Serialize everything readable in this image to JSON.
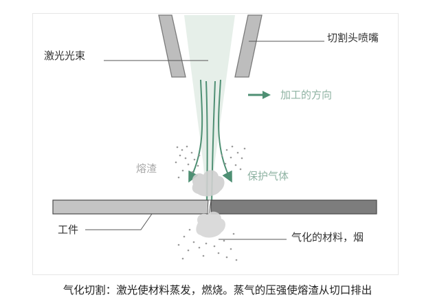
{
  "labels": {
    "laser_beam": "激光光束",
    "nozzle": "切割头喷嘴",
    "direction": "加工的方向",
    "slag": "熔渣",
    "shield_gas": "保护气体",
    "workpiece": "工件",
    "vapor": "气化的材料，烟"
  },
  "caption": "气化切割：激光使材料蒸发，燃烧。蒸气的压强使熔渣从切口排出",
  "colors": {
    "nozzle_fill": "#bdbdbd",
    "beam_fill": "#e6efe9",
    "gas_arrow": "#4e8f73",
    "plate_uncut": "#c4c4c4",
    "plate_cut": "#7d7d7d",
    "vapor": "#cfcfcf",
    "leader_line": "#555555"
  }
}
